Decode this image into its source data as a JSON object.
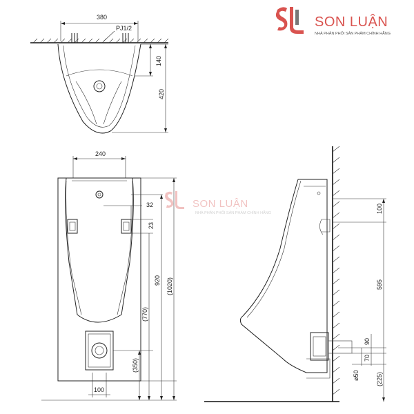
{
  "brand": {
    "name": "SON LUẬN",
    "tagline": "NHÀ PHÂN PHỐI SẢN PHẨM CHÍNH HÃNG",
    "color_primary": "#d9534f",
    "color_text": "#555555"
  },
  "top_view": {
    "width_label": "380",
    "pipe_label": "PJ1/2",
    "depth_140": "140",
    "depth_420": "420"
  },
  "front_view": {
    "width_240": "240",
    "dim_32": "32",
    "dim_23": "23",
    "height_920": "920",
    "height_1020": "(1020)",
    "height_770": "(770)",
    "height_350": "(350)",
    "bottom_100": "100"
  },
  "side_view": {
    "dim_100": "100",
    "dim_595": "595",
    "dim_90": "90",
    "dim_70": "70",
    "dim_50": "ø50",
    "dim_225": "(225)"
  }
}
